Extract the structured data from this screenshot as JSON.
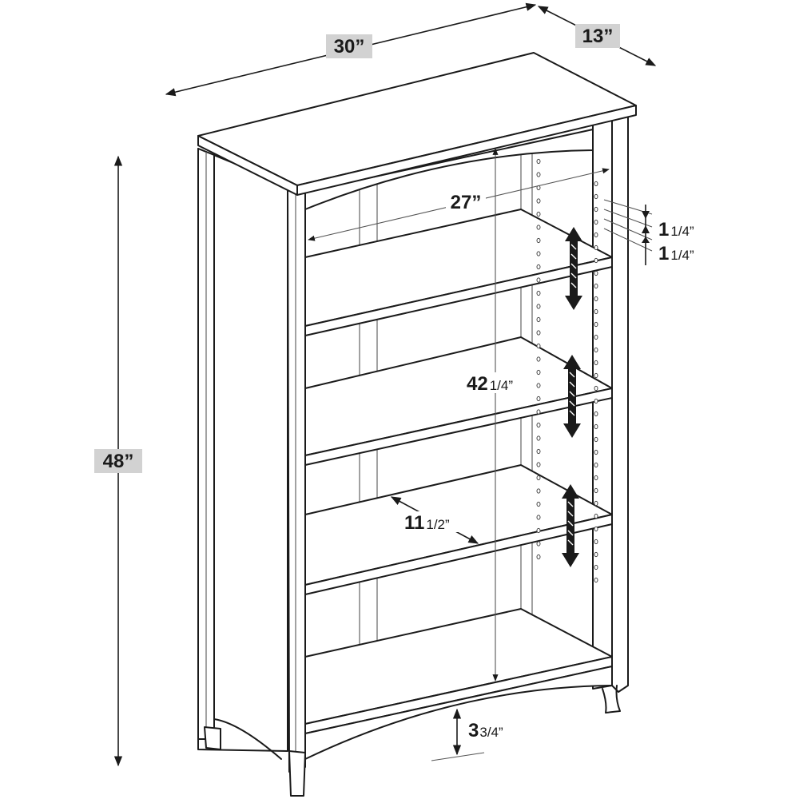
{
  "diagram": {
    "dimensions": {
      "width": "30”",
      "depth": "13”",
      "height": "48”",
      "interior_width": "27”",
      "interior_height_whole": "42",
      "interior_height_frac": "1/4”",
      "shelf_depth_whole": "11",
      "shelf_depth_frac": "1/2”",
      "base_clearance_whole": "3",
      "base_clearance_frac": "3/4”",
      "hole_spacing_1_whole": "1",
      "hole_spacing_1_frac": "1/4”",
      "hole_spacing_2_whole": "1",
      "hole_spacing_2_frac": "1/4”"
    },
    "colors": {
      "line": "#1a1a1a",
      "label_background": "#d2d2d2",
      "background": "#ffffff"
    },
    "icons": {
      "adjust_arrow": "double-headed-vertical-arrow"
    },
    "adjustable_shelves": 3
  }
}
